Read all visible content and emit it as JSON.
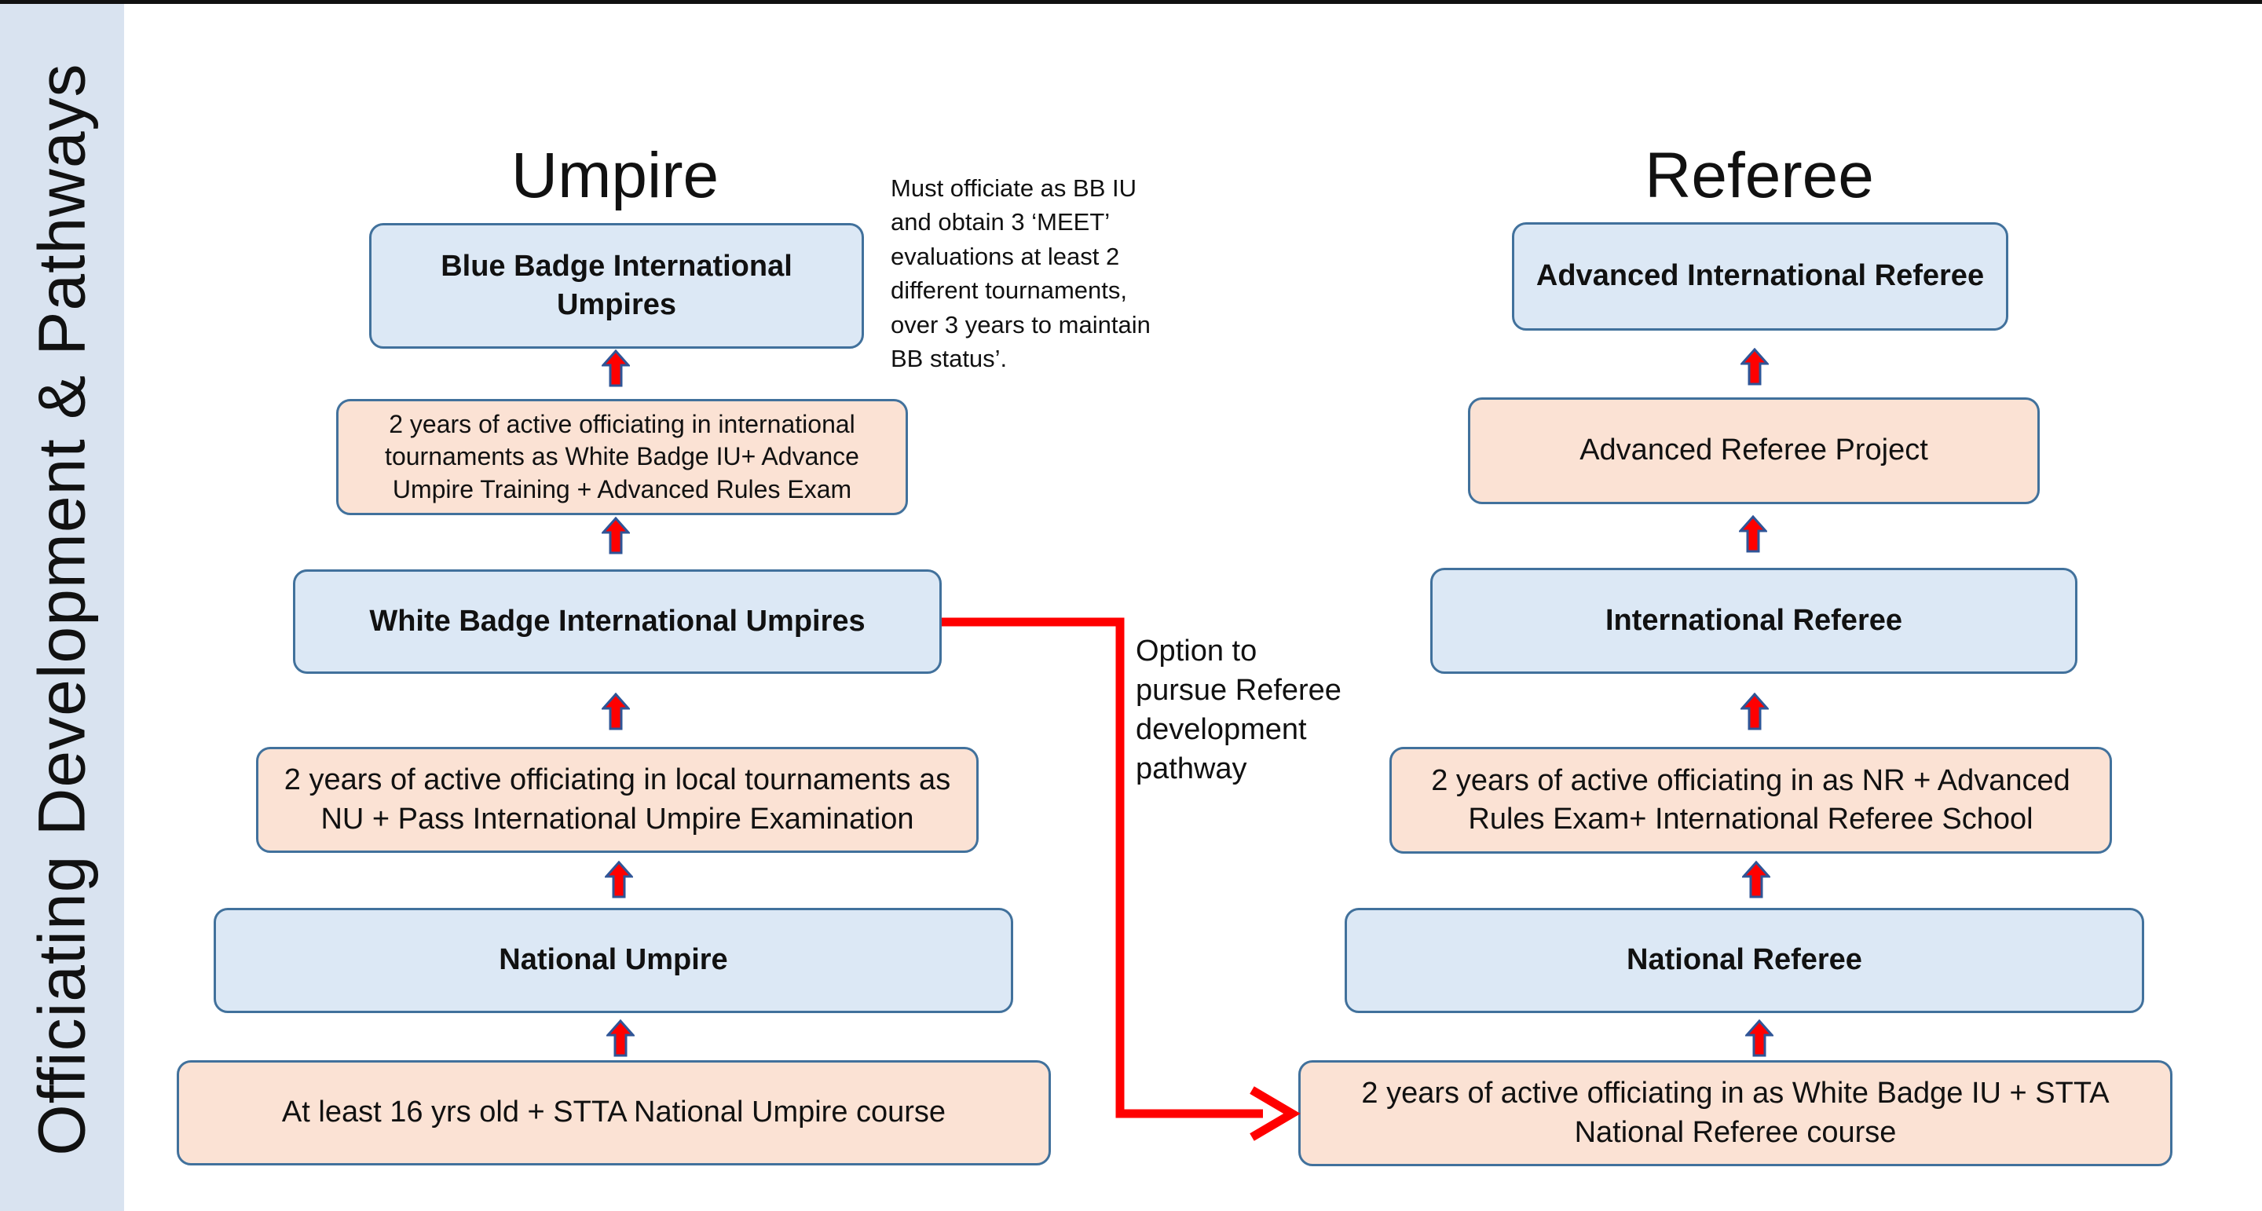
{
  "page": {
    "side_title": "Officiating Development & Pathways"
  },
  "umpire": {
    "title": "Umpire",
    "note": "Must officiate as BB IU\nand obtain 3 ‘MEET’\nevaluations at least 2\ndifferent tournaments,\nover 3 years to maintain\nBB status’.",
    "boxes": [
      "Blue Badge International Umpires",
      "2 years of active officiating in international tournaments as White Badge IU+ Advance Umpire Training + Advanced Rules Exam",
      "White Badge International Umpires",
      "2 years of active officiating in local tournaments as NU + Pass International Umpire Examination",
      "National Umpire",
      "At least 16 yrs old + STTA National Umpire course"
    ]
  },
  "referee": {
    "title": "Referee",
    "boxes": [
      "Advanced International Referee",
      "Advanced Referee Project",
      "International Referee",
      "2 years of active officiating in as NR + Advanced Rules Exam+ International Referee School",
      "National Referee",
      "2 years of active officiating in as White Badge IU + STTA National Referee course"
    ]
  },
  "connector": {
    "label": "Option to\npursue Referee\ndevelopment\npathway",
    "color": "#ff0000"
  },
  "colors": {
    "blue_fill": "#dce8f5",
    "peach_fill": "#fbe2d4",
    "border": "#41719c",
    "arrow_fill": "#ff0000",
    "arrow_stroke": "#2f5597"
  }
}
